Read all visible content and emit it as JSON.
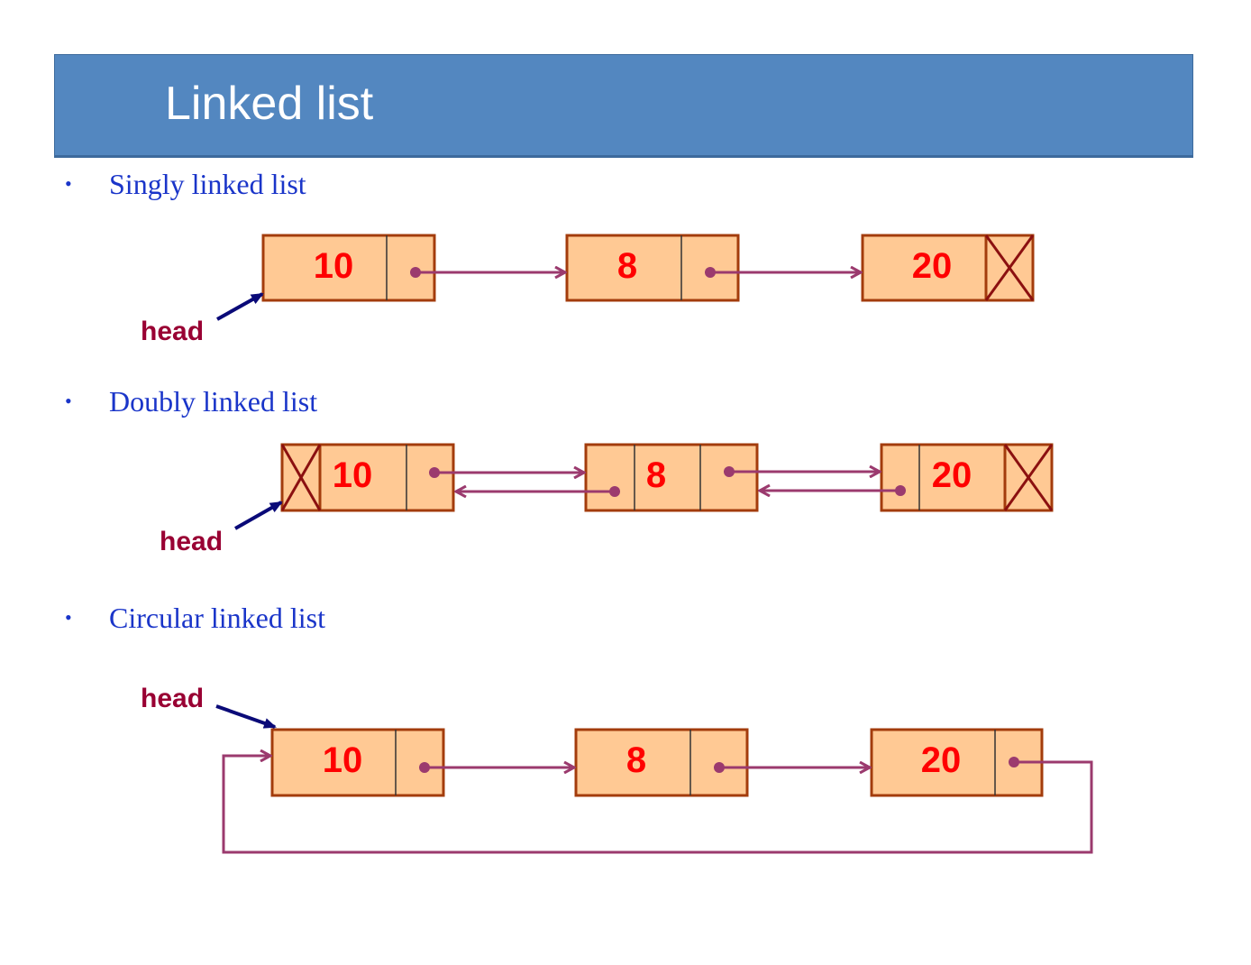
{
  "title": "Linked list",
  "sections": [
    {
      "label": "Singly linked list",
      "head_label": "head",
      "nodes": [
        {
          "value": "10"
        },
        {
          "value": "8"
        },
        {
          "value": "20"
        }
      ]
    },
    {
      "label": "Doubly linked list",
      "head_label": "head",
      "nodes": [
        {
          "value": "10"
        },
        {
          "value": "8"
        },
        {
          "value": "20"
        }
      ]
    },
    {
      "label": "Circular linked list",
      "head_label": "head",
      "nodes": [
        {
          "value": "10"
        },
        {
          "value": "8"
        },
        {
          "value": "20"
        }
      ]
    }
  ],
  "colors": {
    "node_fill": "#ffc994",
    "node_border": "#a33c0c",
    "pointer": "#9b3a6e",
    "head_arrow": "#0a0a78",
    "null_cross": "#8b1010"
  }
}
